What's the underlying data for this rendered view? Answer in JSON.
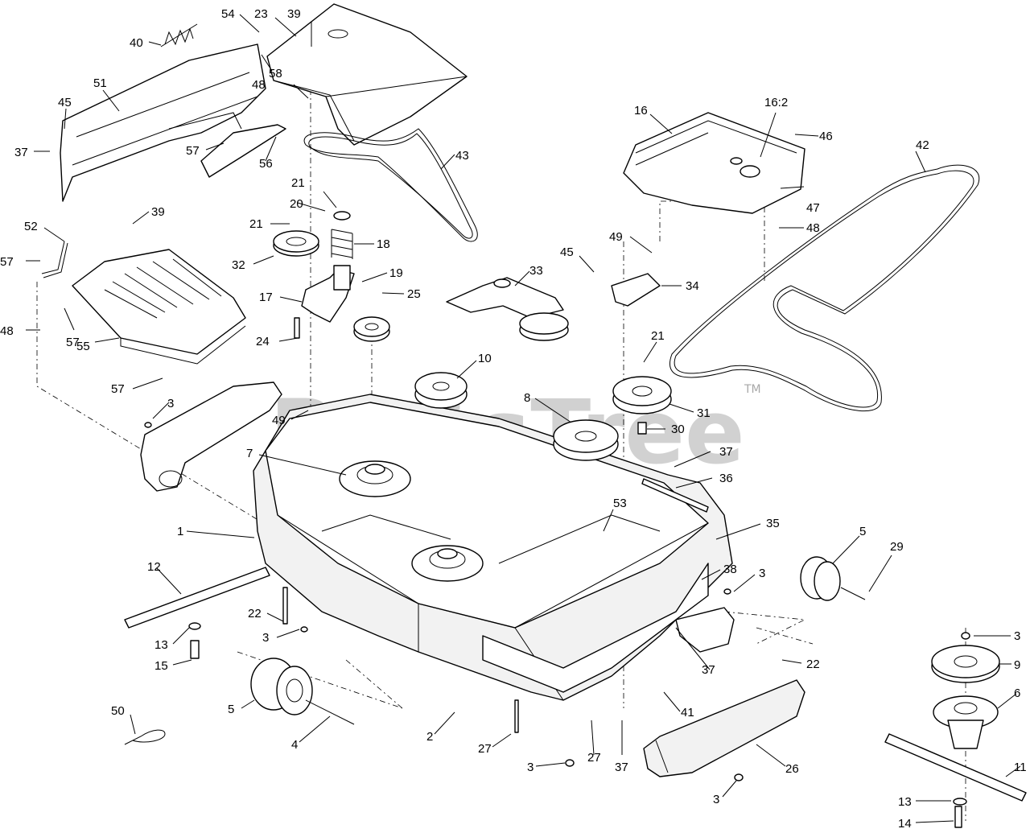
{
  "watermark": {
    "text": "PartsTree",
    "trademark": "TM"
  },
  "callouts": [
    {
      "id": "c1",
      "label": "54"
    },
    {
      "id": "c2",
      "label": "23"
    },
    {
      "id": "c3",
      "label": "39"
    },
    {
      "id": "c4",
      "label": "40"
    },
    {
      "id": "c5",
      "label": "58"
    },
    {
      "id": "c6",
      "label": "48"
    },
    {
      "id": "c7",
      "label": "51"
    },
    {
      "id": "c8",
      "label": "45"
    },
    {
      "id": "c9",
      "label": "37"
    },
    {
      "id": "c10",
      "label": "57"
    },
    {
      "id": "c11",
      "label": "56"
    },
    {
      "id": "c12",
      "label": "43"
    },
    {
      "id": "c13",
      "label": "16"
    },
    {
      "id": "c14",
      "label": "16:2"
    },
    {
      "id": "c15",
      "label": "46"
    },
    {
      "id": "c16",
      "label": "42"
    },
    {
      "id": "c17",
      "label": "47"
    },
    {
      "id": "c18",
      "label": "48"
    },
    {
      "id": "c19",
      "label": "21"
    },
    {
      "id": "c20",
      "label": "20"
    },
    {
      "id": "c21",
      "label": "21"
    },
    {
      "id": "c22",
      "label": "18"
    },
    {
      "id": "c23",
      "label": "32"
    },
    {
      "id": "c24",
      "label": "19"
    },
    {
      "id": "c25",
      "label": "17"
    },
    {
      "id": "c26",
      "label": "25"
    },
    {
      "id": "c27",
      "label": "24"
    },
    {
      "id": "c28",
      "label": "52"
    },
    {
      "id": "c29",
      "label": "39"
    },
    {
      "id": "c30",
      "label": "57"
    },
    {
      "id": "c31",
      "label": "48"
    },
    {
      "id": "c32",
      "label": "57"
    },
    {
      "id": "c33",
      "label": "55"
    },
    {
      "id": "c34",
      "label": "57"
    },
    {
      "id": "c35",
      "label": "33"
    },
    {
      "id": "c36",
      "label": "49"
    },
    {
      "id": "c37",
      "label": "45"
    },
    {
      "id": "c38",
      "label": "34"
    },
    {
      "id": "c39",
      "label": "10"
    },
    {
      "id": "c40",
      "label": "21"
    },
    {
      "id": "c41",
      "label": "8"
    },
    {
      "id": "c42",
      "label": "31"
    },
    {
      "id": "c43",
      "label": "30"
    },
    {
      "id": "c44",
      "label": "3"
    },
    {
      "id": "c45",
      "label": "49"
    },
    {
      "id": "c46",
      "label": "7"
    },
    {
      "id": "c47",
      "label": "37"
    },
    {
      "id": "c48",
      "label": "36"
    },
    {
      "id": "c49",
      "label": "1"
    },
    {
      "id": "c50",
      "label": "53"
    },
    {
      "id": "c51",
      "label": "35"
    },
    {
      "id": "c52",
      "label": "5"
    },
    {
      "id": "c53",
      "label": "29"
    },
    {
      "id": "c54",
      "label": "12"
    },
    {
      "id": "c55",
      "label": "38"
    },
    {
      "id": "c56",
      "label": "3"
    },
    {
      "id": "c57",
      "label": "22"
    },
    {
      "id": "c58",
      "label": "3"
    },
    {
      "id": "c59",
      "label": "13"
    },
    {
      "id": "c60",
      "label": "15"
    },
    {
      "id": "c61",
      "label": "3"
    },
    {
      "id": "c62",
      "label": "22"
    },
    {
      "id": "c63",
      "label": "9"
    },
    {
      "id": "c64",
      "label": "37"
    },
    {
      "id": "c65",
      "label": "6"
    },
    {
      "id": "c66",
      "label": "5"
    },
    {
      "id": "c67",
      "label": "41"
    },
    {
      "id": "c68",
      "label": "50"
    },
    {
      "id": "c69",
      "label": "4"
    },
    {
      "id": "c70",
      "label": "2"
    },
    {
      "id": "c71",
      "label": "27"
    },
    {
      "id": "c72",
      "label": "27"
    },
    {
      "id": "c73",
      "label": "37"
    },
    {
      "id": "c74",
      "label": "3"
    },
    {
      "id": "c75",
      "label": "26"
    },
    {
      "id": "c76",
      "label": "11"
    },
    {
      "id": "c77",
      "label": "3"
    },
    {
      "id": "c78",
      "label": "13"
    },
    {
      "id": "c79",
      "label": "14"
    }
  ]
}
